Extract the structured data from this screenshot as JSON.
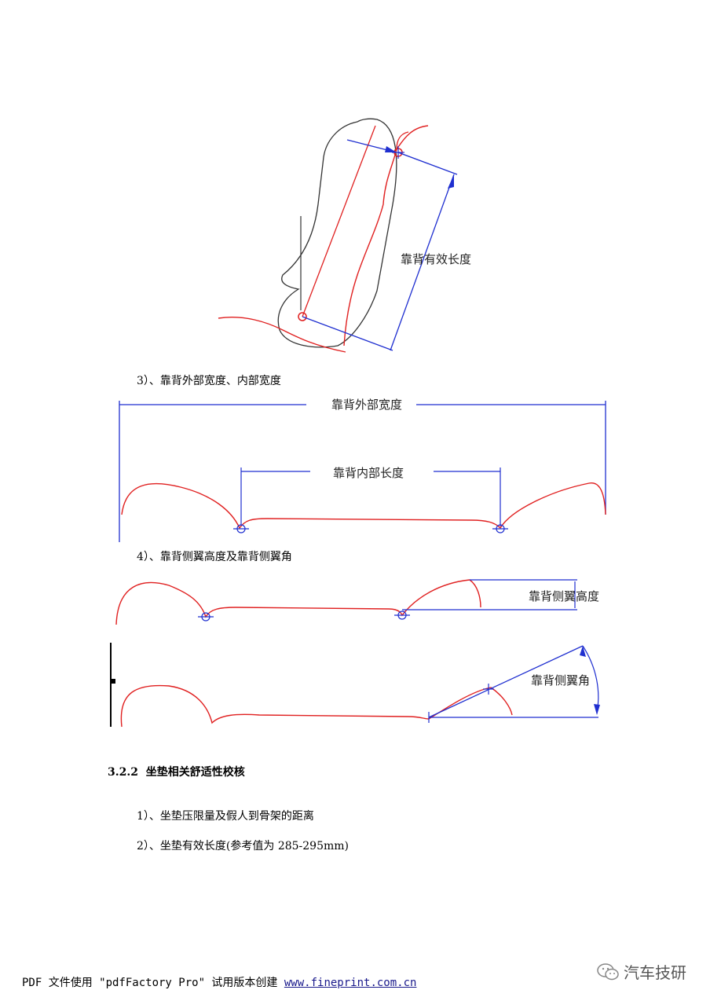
{
  "fig1": {
    "label": "靠背有效长度"
  },
  "item3": "3）、靠背外部宽度、内部宽度",
  "fig2": {
    "outer_label": "靠背外部宽度",
    "inner_label": "靠背内部长度"
  },
  "item4": "4）、靠背侧翼高度及靠背侧翼角",
  "fig3": {
    "height_label": "靠背侧翼高度",
    "angle_label": "靠背侧翼角"
  },
  "section": {
    "number": "3.2.2",
    "title": "坐垫相关舒适性校核"
  },
  "items": [
    "1）、坐垫压限量及假人到骨架的距离",
    "2）、坐垫有效长度(参考值为 285-295mm)"
  ],
  "footer": {
    "text": "PDF 文件使用 \"pdfFactory Pro\" 试用版本创建 ",
    "link": "www.fineprint.com.cn"
  },
  "watermark": {
    "text": "汽车技研",
    "icon": "wechat-icon"
  },
  "colors": {
    "red_curve": "#e02020",
    "blue_dim": "#1f2fd0",
    "black_outline": "#333333"
  }
}
